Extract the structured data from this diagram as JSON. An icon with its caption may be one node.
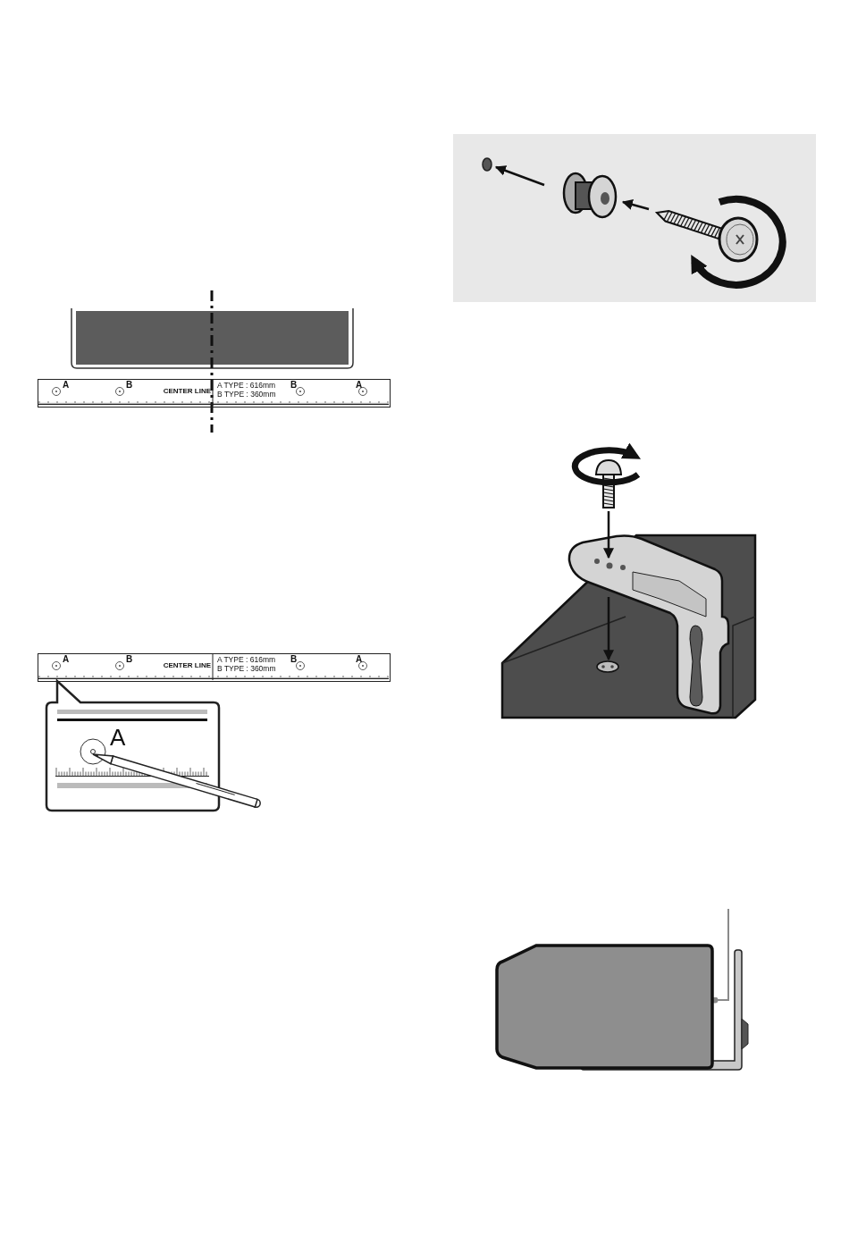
{
  "diagram": {
    "nodes": [
      {
        "text": [
          "A",
          "B",
          "CENTER LINE",
          "A TYPE : 616mm",
          "B TYPE : 360mm",
          "B",
          "A"
        ]
      },
      {
        "text": [
          "A",
          "B",
          "CENTER LINE",
          "A TYPE : 616mm",
          "B TYPE : 360mm",
          "B",
          "A"
        ]
      },
      {
        "text": [
          "A"
        ]
      },
      {
        "text": [],
        "shape": "picture"
      }
    ],
    "edges": [
      {
        "from": null,
        "to": 3,
        "arrow": "other"
      }
    ]
  }
}
